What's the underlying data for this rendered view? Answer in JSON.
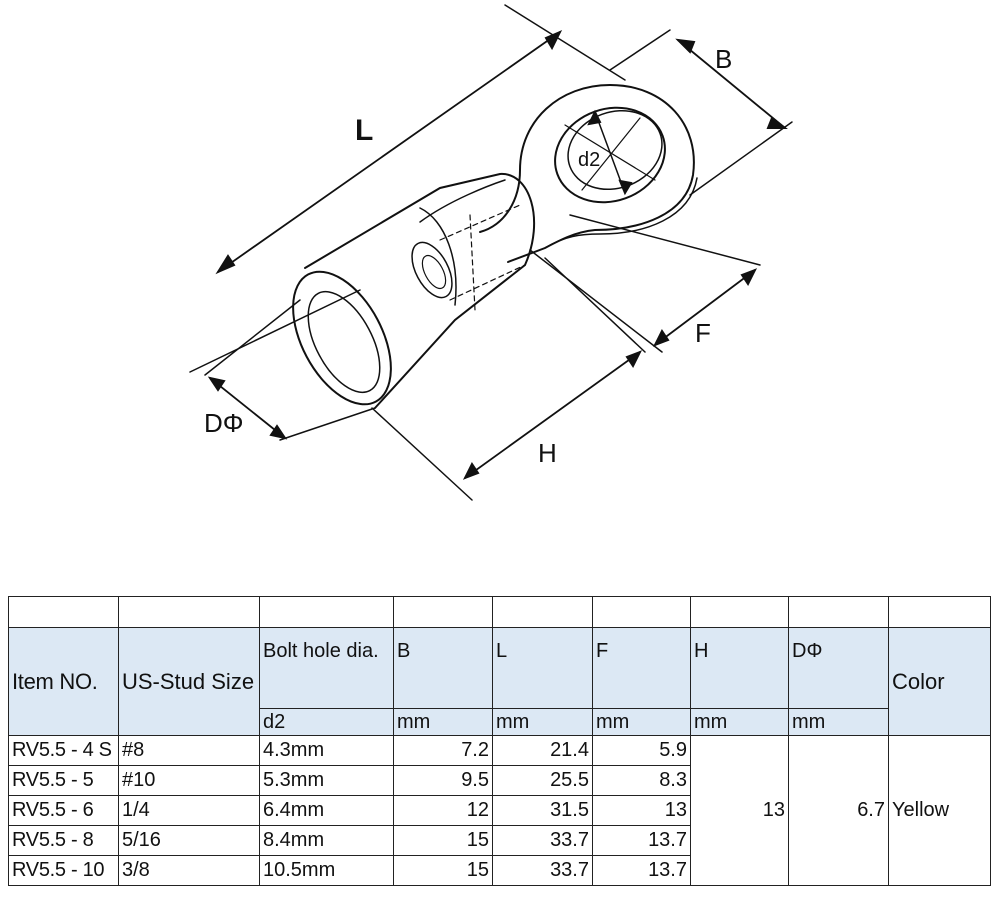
{
  "diagram": {
    "labels": {
      "L": "L",
      "B": "B",
      "F": "F",
      "H": "H",
      "D": "DΦ",
      "d2": "d2"
    }
  },
  "table": {
    "headers": {
      "item": "Item NO.",
      "stud": "US-Stud Size",
      "bolt": "Bolt hole dia.",
      "B": "B",
      "L": "L",
      "F": "F",
      "H": "H",
      "D": "DΦ",
      "color": "Color"
    },
    "units": {
      "bolt": "d2",
      "B": "mm",
      "L": "mm",
      "F": "mm",
      "H": "mm",
      "D": "mm"
    },
    "rows": [
      {
        "item": "RV5.5 - 4 S",
        "stud": "#8",
        "bolt": "4.3mm",
        "B": "7.2",
        "L": "21.4",
        "F": "5.9"
      },
      {
        "item": "RV5.5 - 5",
        "stud": "#10",
        "bolt": "5.3mm",
        "B": "9.5",
        "L": "25.5",
        "F": "8.3"
      },
      {
        "item": "RV5.5 - 6",
        "stud": "1/4",
        "bolt": "6.4mm",
        "B": "12",
        "L": "31.5",
        "F": "13"
      },
      {
        "item": "RV5.5 - 8",
        "stud": "5/16",
        "bolt": "8.4mm",
        "B": "15",
        "L": "33.7",
        "F": "13.7"
      },
      {
        "item": "RV5.5 - 10",
        "stud": "3/8",
        "bolt": "10.5mm",
        "B": "15",
        "L": "33.7",
        "F": "13.7"
      }
    ],
    "merged": {
      "H": "13",
      "D": "6.7",
      "color": "Yellow"
    }
  }
}
